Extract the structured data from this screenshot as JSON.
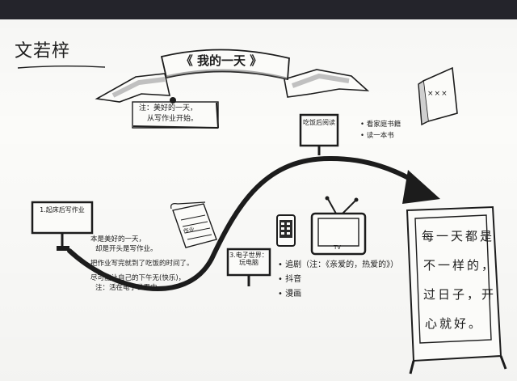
{
  "author": "文若梓",
  "banner": {
    "title": "《 我的一天 》"
  },
  "tip": {
    "line1": "注：美好的一天，",
    "line2": "从写作业开始。"
  },
  "stage_morning": {
    "sign": "1.起床后写作业",
    "notes": [
      "本是美好的一天，",
      "却是开头是写作业。",
      "把作业写完就到了吃饭的时间了。",
      "尽可能让自己的下午无(快乐)，",
      "注：活在电子世界中"
    ]
  },
  "stage_reading": {
    "sign": "吃饭后阅读",
    "notes": [
      "• 看家庭书籍",
      "• 读一本书"
    ]
  },
  "stage_evening": {
    "sign": "3.电子世界：玩电脑",
    "notes": [
      "• 追剧（注：《亲爱的，热爱的》）",
      "• 抖音",
      "• 漫画"
    ]
  },
  "scroll_paper": {
    "label": "作业"
  },
  "tv": {
    "label": "TV"
  },
  "book": {
    "marks": "×××"
  },
  "conclusion": {
    "lines": [
      "每一天都是",
      "不一样的，",
      "过日子，开",
      "心就好。"
    ]
  },
  "colors": {
    "ink": "#1c1c1c",
    "paper": "#fbfbf9",
    "top_band": "#24242b"
  }
}
